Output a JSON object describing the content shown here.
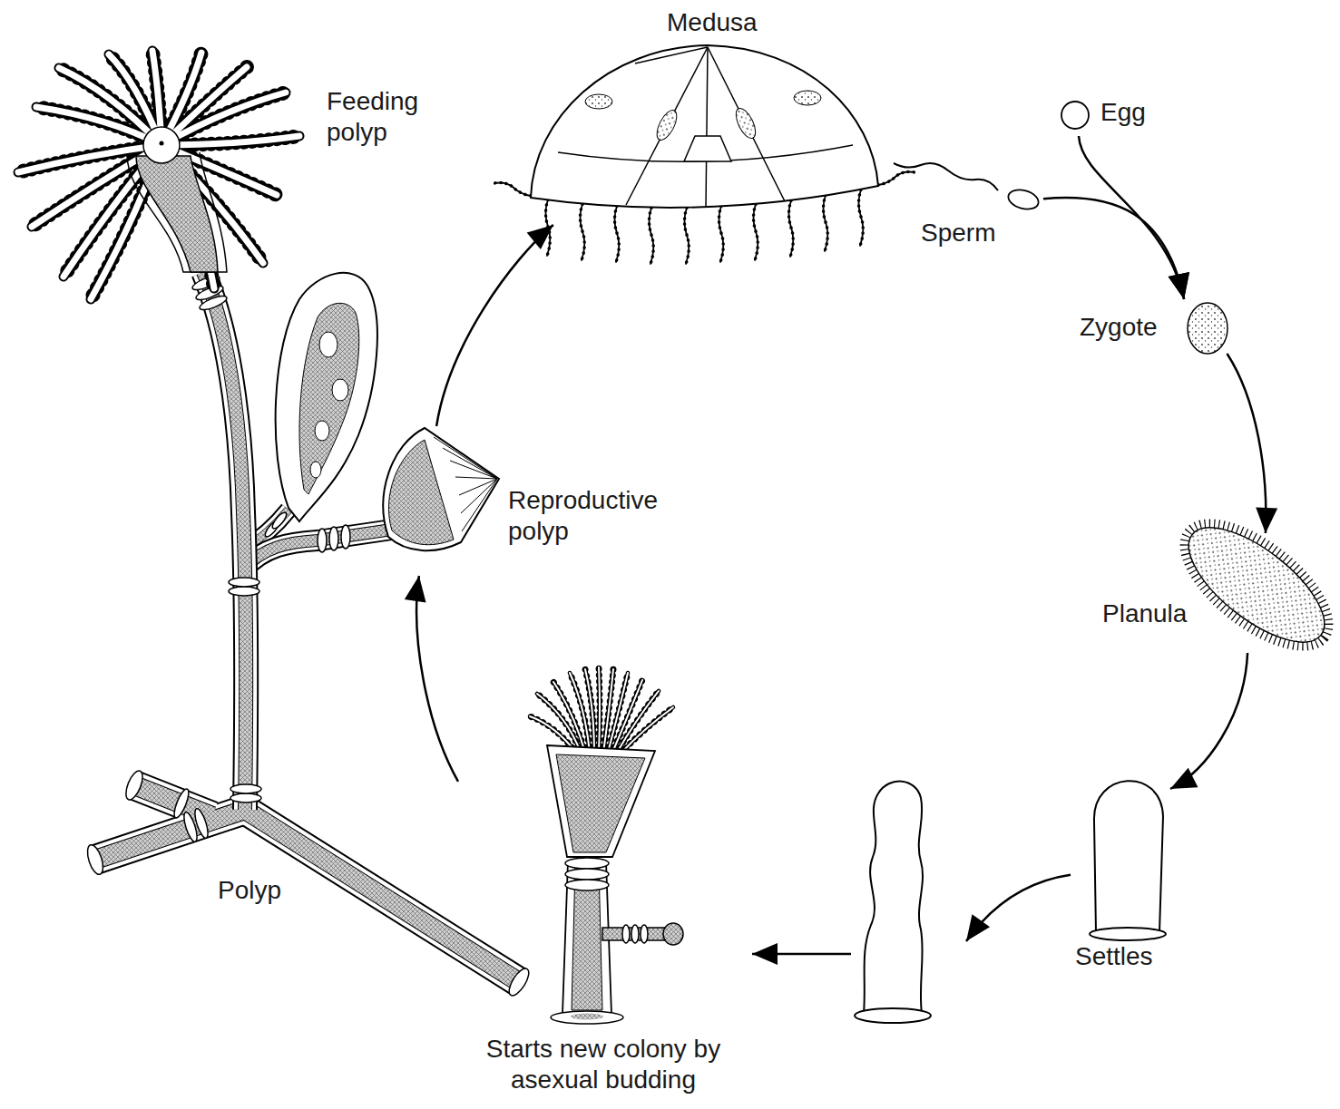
{
  "diagram": {
    "nodes": [
      {
        "text": [
          "Medusa"
        ]
      },
      {
        "text": [
          "Egg"
        ]
      },
      {
        "text": [
          "Sperm"
        ]
      },
      {
        "text": [
          "Zygote"
        ]
      },
      {
        "text": [
          "Planula"
        ]
      },
      {
        "text": [
          "Settles"
        ]
      },
      {
        "text": [
          "Starts new colony by asexual budding"
        ]
      },
      {
        "text": [
          "Polyp"
        ]
      },
      {
        "text": [
          "Feeding polyp"
        ],
        "in": 7
      },
      {
        "text": [
          "Reproductive polyp"
        ],
        "in": 7
      }
    ],
    "edges": [
      {
        "from": 1,
        "to": 3,
        "arrow": "to"
      },
      {
        "from": 2,
        "to": 3,
        "arrow": "to"
      },
      {
        "from": 3,
        "to": 4,
        "arrow": "to"
      },
      {
        "from": 4,
        "to": 5,
        "arrow": "to"
      },
      {
        "from": 5,
        "to": 6,
        "arrow": "to"
      },
      {
        "from": 6,
        "to": 9,
        "arrow": "to"
      },
      {
        "from": 9,
        "to": 0,
        "arrow": "to"
      }
    ]
  }
}
